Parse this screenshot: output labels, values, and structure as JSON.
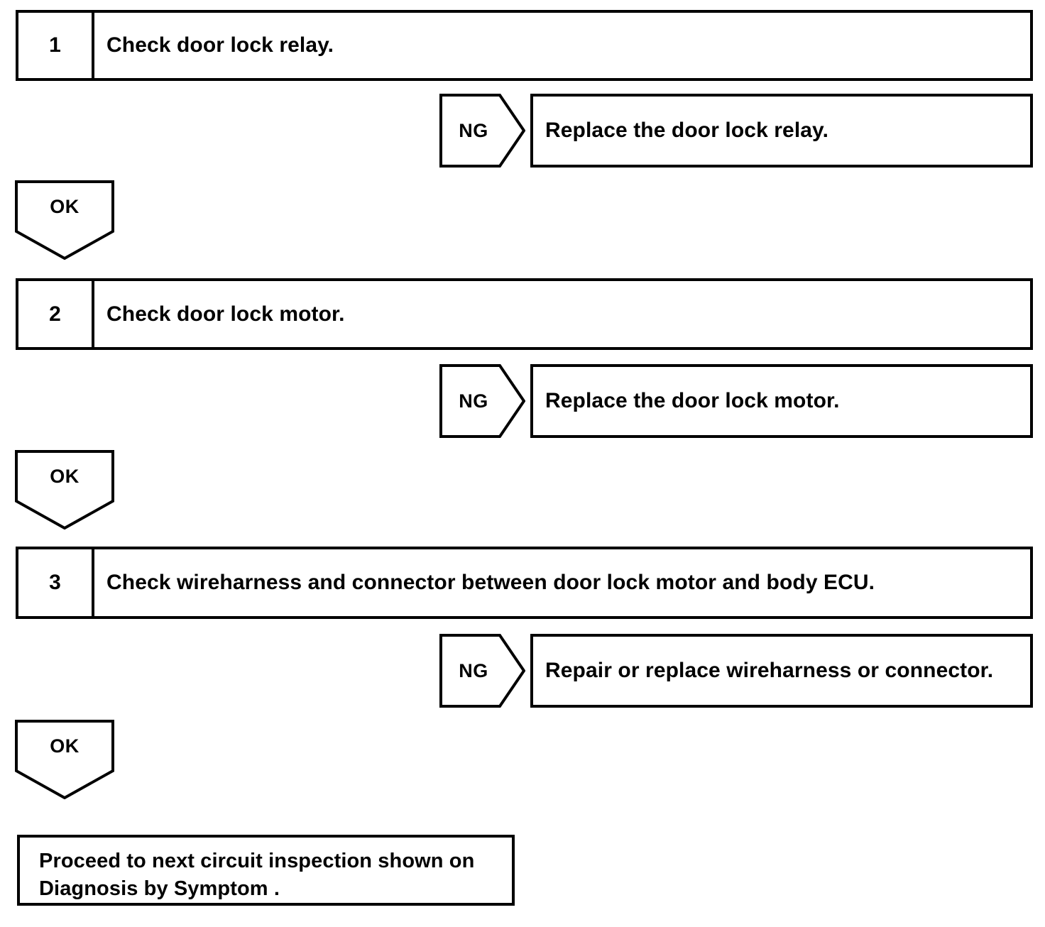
{
  "document": {
    "type": "diagnostic-flowchart",
    "title": "Door Lock Circuit Inspection Flowchart",
    "colors": {
      "line": "#000000",
      "background": "#ffffff",
      "text": "#000000"
    }
  },
  "steps": [
    {
      "number": "1",
      "instruction": "Check door lock relay.",
      "ng_label": "NG",
      "ng_action": "Replace the door lock relay.",
      "ok_label": "OK"
    },
    {
      "number": "2",
      "instruction": "Check door lock motor.",
      "ng_label": "NG",
      "ng_action": "Replace the door lock motor.",
      "ok_label": "OK"
    },
    {
      "number": "3",
      "instruction": "Check wireharness and connector between door lock motor and body ECU.",
      "ng_label": "NG",
      "ng_action": "Repair or replace wireharness or connector.",
      "ok_label": "OK"
    }
  ],
  "final": {
    "line1": "Proceed to next circuit inspection shown on",
    "line2": "Diagnosis by Symptom ."
  }
}
